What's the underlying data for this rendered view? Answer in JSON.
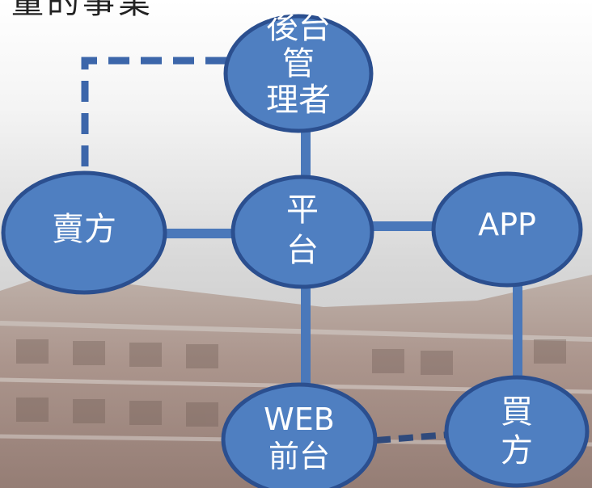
{
  "title_fragment": "量的事業",
  "nodes": {
    "admin": {
      "lines": [
        "後台",
        "管",
        "理者"
      ]
    },
    "platform": {
      "lines": [
        "平",
        "台"
      ]
    },
    "seller": {
      "lines": [
        "賣方"
      ]
    },
    "app": {
      "lines": [
        "APP"
      ]
    },
    "web": {
      "lines": [
        "WEB",
        "前台"
      ]
    },
    "buyer": {
      "lines": [
        "買",
        "方"
      ]
    }
  },
  "colors": {
    "node_fill": "#4f7fc1",
    "node_stroke": "#2b4f8f",
    "connector": "#4a78ba",
    "dashed_connector": "#3c66aa",
    "dark_dashed_connector": "#2f4a7c",
    "label_text": "#ffffff"
  }
}
